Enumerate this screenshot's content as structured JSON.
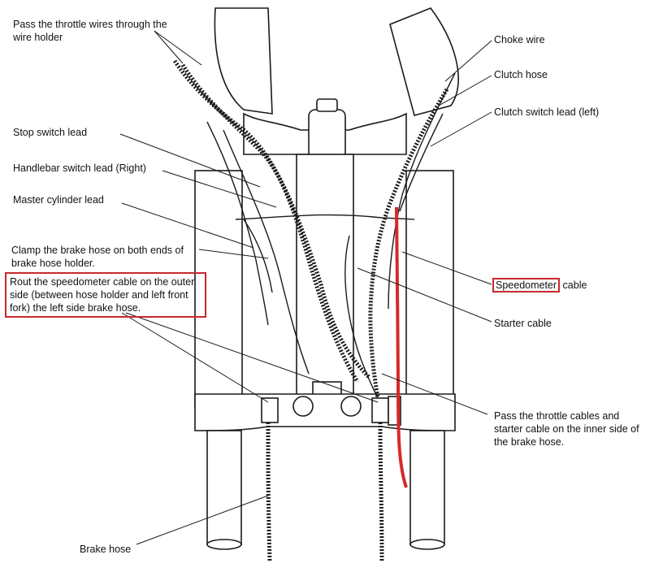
{
  "labels": {
    "throttle_wires": "Pass the throttle wires through the wire holder",
    "stop_switch": "Stop switch lead",
    "handlebar_switch": "Handlebar switch lead (Right)",
    "master_cylinder": "Master cylinder lead",
    "clamp_brake_hose": "Clamp the  brake hose on both ends of brake hose holder.",
    "rout_speedometer": "Rout  the  speedometer  cable  on  the outer side  (between  hose holder and left  front fork)  the  left side  brake hose.",
    "choke_wire": "Choke wire",
    "clutch_hose": "Clutch hose",
    "clutch_switch": "Clutch switch lead (left)",
    "speedometer_word": "Speedometer",
    "speedometer_rest": " cable",
    "starter_cable": "Starter cable",
    "pass_throttle_cables": "Pass the throttle cables and starter cable on the inner side of the brake hose.",
    "brake_hose": "Brake hose"
  },
  "colors": {
    "highlight": "#c8282e",
    "speedometer_cable": "#d42a2a",
    "line": "#1a1a1a"
  }
}
